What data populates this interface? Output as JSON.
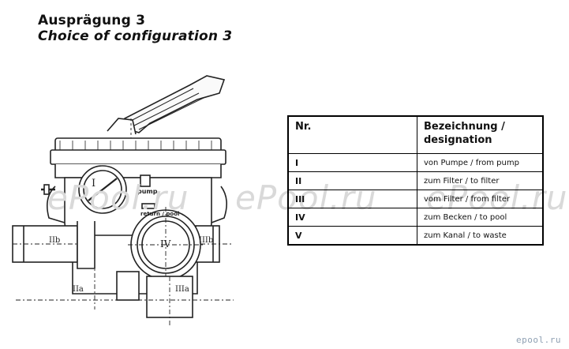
{
  "header": {
    "title_de": "Ausprägung 3",
    "title_en": "Choice of configuration 3"
  },
  "diagram": {
    "label_I": "I",
    "label_IV": "IV",
    "label_IIb": "IIb",
    "label_IIIb": "IIIb",
    "label_IIa": "IIa",
    "label_IIIa": "IIIa",
    "label_pump": "pump",
    "label_return_pool": "return / pool"
  },
  "table": {
    "headers": {
      "nr": "Nr.",
      "designation": "Bezeichnung / designation"
    },
    "rows": [
      {
        "nr": "I",
        "designation": "von Pumpe / from pump"
      },
      {
        "nr": "II",
        "designation": "zum Filter / to filter"
      },
      {
        "nr": "III",
        "designation": "vom Filter / from filter"
      },
      {
        "nr": "IV",
        "designation": "zum Becken / to pool"
      },
      {
        "nr": "V",
        "designation": "zum Kanal / to waste"
      }
    ]
  },
  "watermarks": [
    "ePool.ru",
    "ePool.ru",
    "ePool.ru"
  ],
  "corner_logo": "epool.ru"
}
